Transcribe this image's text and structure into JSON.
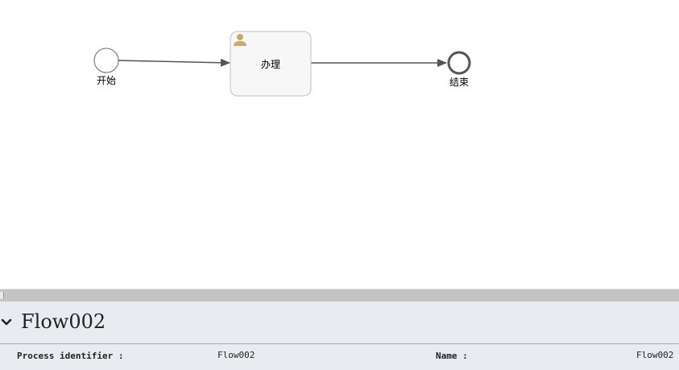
{
  "diagram": {
    "start_event": {
      "label": "开始"
    },
    "user_task": {
      "label": "办理",
      "icon": "user-icon"
    },
    "end_event": {
      "label": "结束"
    },
    "colors": {
      "flow": "#555555",
      "task_border": "#c0c0c0",
      "task_fill": "#f7f7f7",
      "user_icon": "#c9a86a"
    }
  },
  "properties": {
    "title": "Flow002",
    "collapse_icon": "chevron-down-icon",
    "process_identifier_label": "Process identifier :",
    "process_identifier_value": "Flow002",
    "name_label": "Name :",
    "name_value": "Flow002"
  }
}
